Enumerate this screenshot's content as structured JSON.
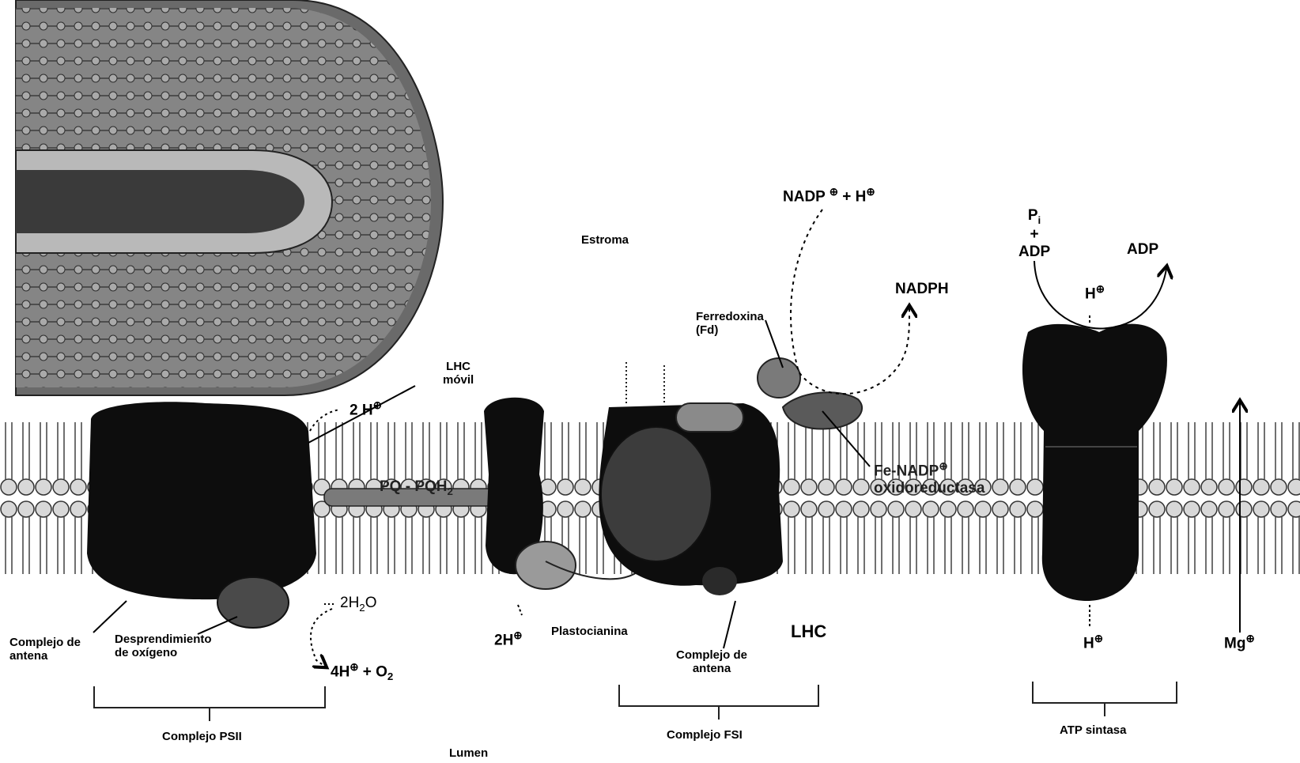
{
  "labels": {
    "estroma": "Estroma",
    "lumen": "Lumen",
    "lhc_movil_1": "LHC",
    "lhc_movil_2": "móvil",
    "two_h_top": "2 H",
    "ferredoxina_1": "Ferredoxina",
    "ferredoxina_2": "(Fd)",
    "nadp_plus_h": "NADP",
    "plus_h": "+ H",
    "nadph": "NADPH",
    "pi": "P",
    "pi_sub": "i",
    "plus": "+",
    "adp_left": "ADP",
    "adp_right": "ADP",
    "h_atp_top": "H",
    "pq_text": "PQ - PQH",
    "pq_sub": "2",
    "fe_nadp_1": "Fe-NADP",
    "fe_nadp_2": "oxidoreductasa",
    "h2o": "2H",
    "h2o_sub": "2",
    "h2o_o": "O",
    "four_h": "4H",
    "o2": "+ O",
    "o2_sub": "2",
    "two_h_lumen": "2H",
    "plastocianina": "Plastocianina",
    "complejo_antena_left_1": "Complejo de",
    "complejo_antena_left_2": "antena",
    "desprendimiento_1": "Desprendimiento",
    "desprendimiento_2": "de oxígeno",
    "complejo_antena_mid_1": "Complejo de",
    "complejo_antena_mid_2": "antena",
    "lhc": "LHC",
    "h_atp_bottom": "H",
    "mg": "Mg",
    "complejo_psii": "Complejo PSII",
    "complejo_psi": "Complejo FSI",
    "atp_sintasa": "ATP sintasa",
    "plus_sign": "⊕"
  },
  "colors": {
    "protein": "#0d0d0d",
    "membrane": "#9a9a9a",
    "head": "#d8d8d8",
    "ink": "#000000"
  }
}
